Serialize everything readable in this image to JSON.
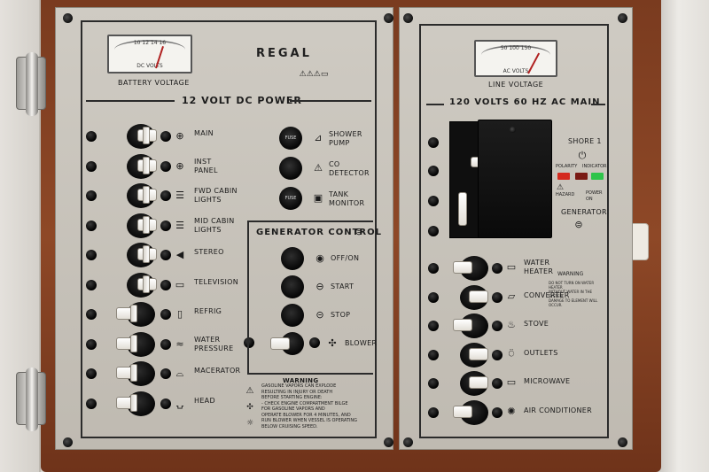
{
  "colors": {
    "wood": "#7a3b1f",
    "panel": "#c4c0b7",
    "ink": "#1a1a1a",
    "red_led": "#d42a1e",
    "green_led": "#2ec44a"
  },
  "dc_panel": {
    "meter_scale": "10  12  14  16",
    "meter_unit": "DC VOLTS",
    "meter_label": "BATTERY VOLTAGE",
    "logo": "REGAL",
    "title": "12 VOLT DC POWER",
    "breakers": [
      {
        "label": "MAIN",
        "icon": "circle-plus-icon",
        "sym": "⊕"
      },
      {
        "label": "INST\nPANEL",
        "icon": "gauge-icon",
        "sym": "⊕"
      },
      {
        "label": "FWD CABIN\nLIGHTS",
        "icon": "lights-icon",
        "sym": "☰"
      },
      {
        "label": "MID CABIN\nLIGHTS",
        "icon": "lights-icon",
        "sym": "☰"
      },
      {
        "label": "STEREO",
        "icon": "speaker-icon",
        "sym": "◀"
      },
      {
        "label": "TELEVISION",
        "icon": "tv-icon",
        "sym": "▭"
      },
      {
        "label": "REFRIG",
        "icon": "fridge-icon",
        "sym": "▯"
      },
      {
        "label": "WATER\nPRESSURE",
        "icon": "water-icon",
        "sym": "≈"
      },
      {
        "label": "MACERATOR",
        "icon": "macerator-icon",
        "sym": "⌓"
      },
      {
        "label": "HEAD",
        "icon": "toilet-icon",
        "sym": "⍽"
      }
    ],
    "fuses": [
      {
        "label": "SHOWER\nPUMP",
        "icon": "shower-icon",
        "sym": "⊿"
      },
      {
        "label": "CO\nDETECTOR",
        "icon": "warning-icon",
        "sym": "⚠"
      },
      {
        "label": "TANK\nMONITOR",
        "icon": "tank-icon",
        "sym": "▣"
      }
    ],
    "fuse_text": "FUSE",
    "generator": {
      "title": "GENERATOR CONTROL",
      "controls": [
        {
          "label": "OFF/ON",
          "icon": "power-icon",
          "sym": "◉"
        },
        {
          "label": "START",
          "icon": "start-icon",
          "sym": "⊖"
        },
        {
          "label": "STOP",
          "icon": "stop-icon",
          "sym": "⊝"
        },
        {
          "label": "BLOWER",
          "icon": "fan-icon",
          "sym": "✣"
        }
      ]
    },
    "warning": {
      "title": "WARNING",
      "text": "GASOLINE VAPORS CAN EXPLODE\nRESULTING IN INJURY OR DEATH\nBEFORE STARTING ENGINE:\n- CHECK ENGINE COMPARTMENT BILGE\nFOR GASOLINE VAPORS AND\nOPERATE BLOWER FOR 4 MINUTES, AND\nRUN BLOWER WHEN VESSEL IS OPERATING\nBELOW CRUISING SPEED."
    }
  },
  "ac_panel": {
    "meter_scale": "50   100   150",
    "meter_unit": "AC VOLTS",
    "meter_label": "LINE VOLTAGE",
    "title": "120 VOLTS 60 HZ AC MAIN",
    "shore_label": "SHORE 1",
    "polarity_label": "POLARITY",
    "indicator_label": "INDICATOR",
    "hazard_label": "HAZARD",
    "power_on_label": "POWER\nON",
    "generator_label": "GENERATOR",
    "breakers": [
      {
        "label": "WATER\nHEATER",
        "icon": "heater-icon",
        "sym": "▭"
      },
      {
        "label": "CONVERTER",
        "icon": "converter-icon",
        "sym": "▱"
      },
      {
        "label": "STOVE",
        "icon": "stove-icon",
        "sym": "♨"
      },
      {
        "label": "OUTLETS",
        "icon": "outlet-icon",
        "sym": "⍥"
      },
      {
        "label": "MICROWAVE",
        "icon": "microwave-icon",
        "sym": "▭"
      },
      {
        "label": "AIR CONDITIONER",
        "icon": "ac-icon",
        "sym": "✺"
      }
    ],
    "heater_warning_title": "WARNING",
    "heater_warning_text": "DO NOT TURN ON WATER HEATER\nWITHOUT WATER IN THE SYSTEM.\nDAMAGE TO ELEMENT WILL OCCUR."
  }
}
